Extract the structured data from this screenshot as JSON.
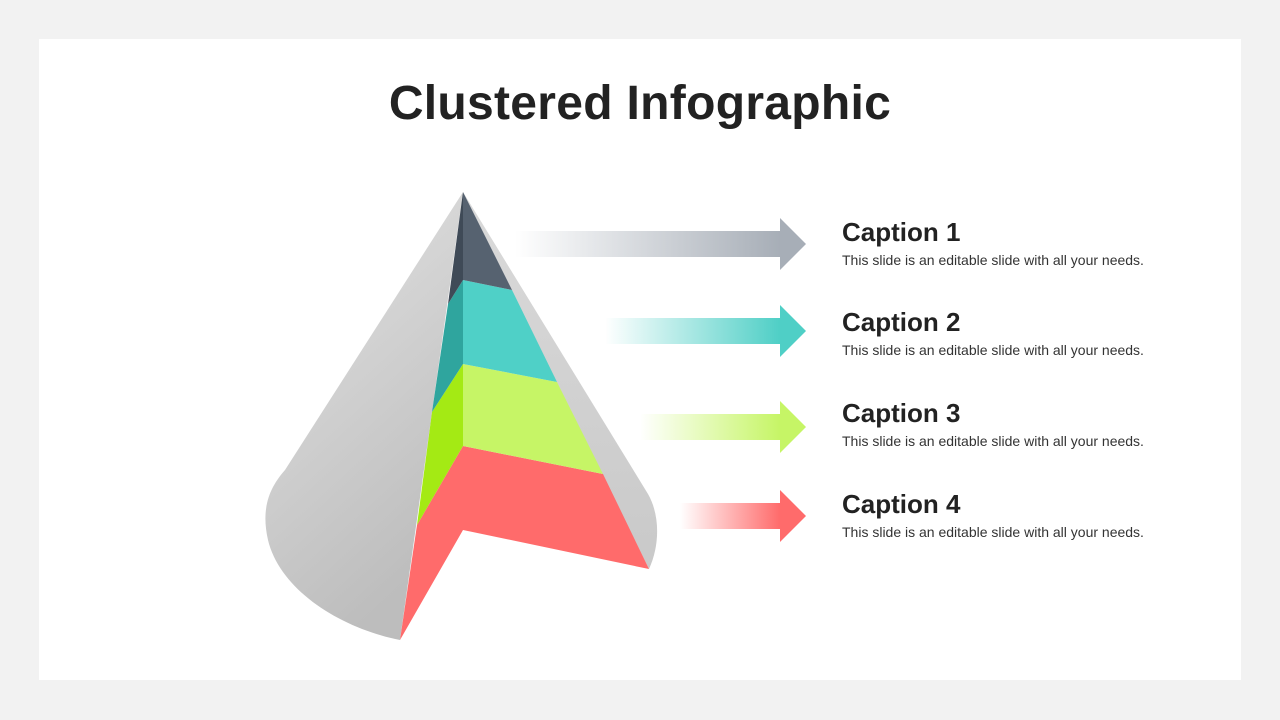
{
  "title": "Clustered Infographic",
  "items": [
    {
      "caption": "Caption 1",
      "description": "This slide is an editable slide with all your needs.",
      "color": "#A7AEB7",
      "layer_color": "#566270",
      "layer_side": "#3F4A57"
    },
    {
      "caption": "Caption 2",
      "description": "This slide is an editable slide with all your needs.",
      "color": "#4FCFC6",
      "layer_color": "#4FD0C7",
      "layer_side": "#2FA59E"
    },
    {
      "caption": "Caption 3",
      "description": "This slide is an editable slide with all your needs.",
      "color": "#C6F566",
      "layer_color": "#C6F566",
      "layer_side": "#A4EA14"
    },
    {
      "caption": "Caption 4",
      "description": "This slide is an editable slide with all your needs.",
      "color": "#FF6B6B",
      "layer_color": "#FF6B6B",
      "layer_side": "#FF6B6B"
    }
  ],
  "cone_colors": {
    "light": "#E2E2E2",
    "dark": "#BDBDBD"
  }
}
